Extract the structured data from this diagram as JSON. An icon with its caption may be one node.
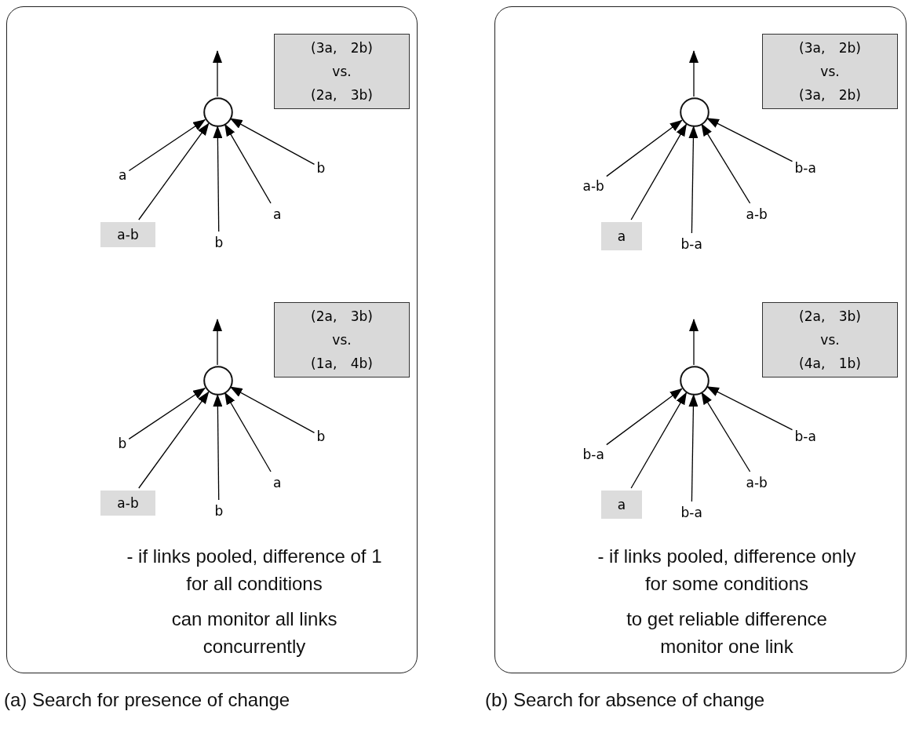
{
  "diagram": {
    "nodes": [
      {
        "text": [
          "- if links pooled, difference of 1 for all conditions",
          "can monitor all links concurrently"
        ],
        "beside": [
          "(a) Search for presence of change"
        ]
      },
      {
        "text": [
          "(3a, 2b)",
          "vs.",
          "(2a, 3b)"
        ],
        "in": 0
      },
      {
        "text": [],
        "shape": "circle",
        "in": 0
      },
      {
        "text": [
          "a"
        ],
        "in": 0
      },
      {
        "text": [
          "a-b"
        ],
        "in": 0
      },
      {
        "text": [
          "b"
        ],
        "in": 0
      },
      {
        "text": [
          "a"
        ],
        "in": 0
      },
      {
        "text": [
          "b"
        ],
        "in": 0
      },
      {
        "text": [
          "(2a, 3b)",
          "vs.",
          "(1a, 4b)"
        ],
        "in": 0
      },
      {
        "text": [],
        "shape": "circle",
        "in": 0
      },
      {
        "text": [
          "b"
        ],
        "in": 0
      },
      {
        "text": [
          "a-b"
        ],
        "in": 0
      },
      {
        "text": [
          "b"
        ],
        "in": 0
      },
      {
        "text": [
          "a"
        ],
        "in": 0
      },
      {
        "text": [
          "b"
        ],
        "in": 0
      },
      {
        "text": [
          "- if links pooled, difference only for some conditions",
          "to get reliable difference monitor one link"
        ],
        "beside": [
          "(b) Search for absence of change"
        ]
      },
      {
        "text": [
          "(3a, 2b)",
          "vs.",
          "(3a, 2b)"
        ],
        "in": 15
      },
      {
        "text": [],
        "shape": "circle",
        "in": 15
      },
      {
        "text": [
          "a-b"
        ],
        "in": 15
      },
      {
        "text": [
          "a"
        ],
        "in": 15
      },
      {
        "text": [
          "b-a"
        ],
        "in": 15
      },
      {
        "text": [
          "a-b"
        ],
        "in": 15
      },
      {
        "text": [
          "b-a"
        ],
        "in": 15
      },
      {
        "text": [
          "(2a, 3b)",
          "vs.",
          "(4a, 1b)"
        ],
        "in": 15
      },
      {
        "text": [],
        "shape": "circle",
        "in": 15
      },
      {
        "text": [
          "b-a"
        ],
        "in": 15
      },
      {
        "text": [
          "a"
        ],
        "in": 15
      },
      {
        "text": [
          "b-a"
        ],
        "in": 15
      },
      {
        "text": [
          "a-b"
        ],
        "in": 15
      },
      {
        "text": [
          "b-a"
        ],
        "in": 15
      }
    ],
    "edges": [
      {
        "from": 3,
        "to": 2,
        "arrow": "to"
      },
      {
        "from": 4,
        "to": 2,
        "arrow": "to"
      },
      {
        "from": 5,
        "to": 2,
        "arrow": "to"
      },
      {
        "from": 6,
        "to": 2,
        "arrow": "to"
      },
      {
        "from": 7,
        "to": 2,
        "arrow": "to"
      },
      {
        "from": 2,
        "to": null,
        "arrow": "to"
      },
      {
        "from": 10,
        "to": 9,
        "arrow": "to"
      },
      {
        "from": 11,
        "to": 9,
        "arrow": "to"
      },
      {
        "from": 12,
        "to": 9,
        "arrow": "to"
      },
      {
        "from": 13,
        "to": 9,
        "arrow": "to"
      },
      {
        "from": 14,
        "to": 9,
        "arrow": "to"
      },
      {
        "from": 9,
        "to": null,
        "arrow": "to"
      },
      {
        "from": 18,
        "to": 17,
        "arrow": "to"
      },
      {
        "from": 19,
        "to": 17,
        "arrow": "to"
      },
      {
        "from": 20,
        "to": 17,
        "arrow": "to"
      },
      {
        "from": 21,
        "to": 17,
        "arrow": "to"
      },
      {
        "from": 22,
        "to": 17,
        "arrow": "to"
      },
      {
        "from": 17,
        "to": null,
        "arrow": "to"
      },
      {
        "from": 25,
        "to": 24,
        "arrow": "to"
      },
      {
        "from": 26,
        "to": 24,
        "arrow": "to"
      },
      {
        "from": 27,
        "to": 24,
        "arrow": "to"
      },
      {
        "from": 28,
        "to": 24,
        "arrow": "to"
      },
      {
        "from": 29,
        "to": 24,
        "arrow": "to"
      },
      {
        "from": 24,
        "to": null,
        "arrow": "to"
      }
    ]
  }
}
